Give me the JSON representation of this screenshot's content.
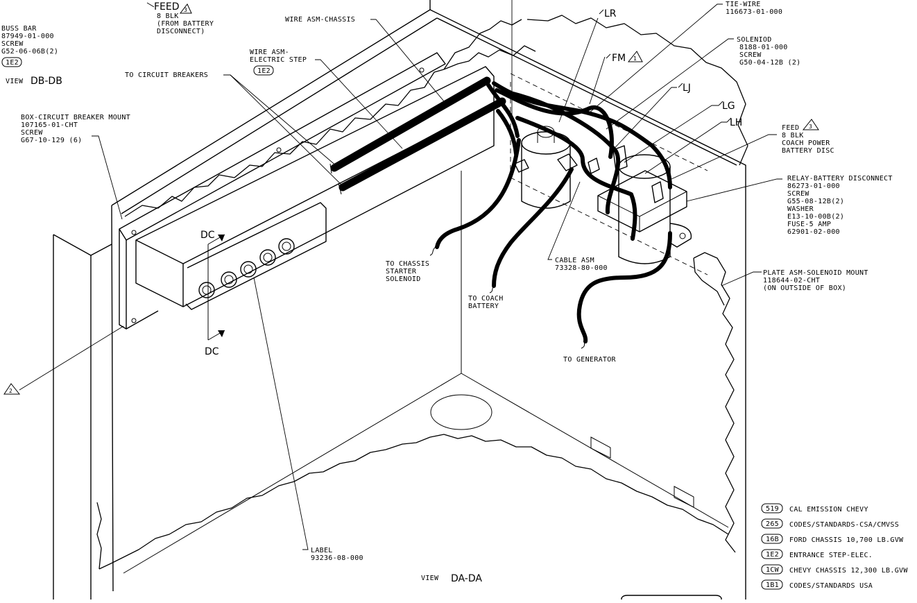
{
  "views": {
    "db": {
      "prefix": "VIEW",
      "name": "DB-DB"
    },
    "da": {
      "prefix": "VIEW",
      "name": "DA-DA"
    }
  },
  "section_marker": "DC",
  "callouts": {
    "feed_top": {
      "title": "FEED",
      "note": "3",
      "lines": [
        "8 BLK",
        "(FROM BATTERY",
        "DISCONNECT)"
      ]
    },
    "buss_bar": {
      "lines": [
        "BUSS BAR",
        "87949-01-000",
        "SCREW",
        "G52-06-06B(2)"
      ],
      "code": "1E2"
    },
    "wire_chassis": {
      "lines": [
        "WIRE ASM-CHASSIS"
      ]
    },
    "wire_step": {
      "lines": [
        "WIRE ASM-",
        "ELECTRIC STEP"
      ],
      "code": "1E2"
    },
    "to_breakers": {
      "lines": [
        "TO CIRCUIT BREAKERS"
      ]
    },
    "box_mount": {
      "lines": [
        "BOX-CIRCUIT BREAKER MOUNT",
        "107165-01-CHT",
        "SCREW",
        "G67-10-129 (6)"
      ]
    },
    "tie_wire": {
      "lines": [
        "TIE-WIRE",
        "116673-01-000"
      ]
    },
    "solenoid": {
      "lines": [
        "SOLENIOD",
        "8188-01-000",
        "SCREW",
        "G50-04-12B (2)"
      ]
    },
    "feed_right": {
      "title": "FEED",
      "note": "3",
      "lines": [
        "8 BLK",
        "COACH POWER",
        "BATTERY DISC"
      ]
    },
    "relay": {
      "lines": [
        "RELAY-BATTERY DISCONNECT",
        "86273-01-000",
        "SCREW",
        "G55-08-12B(2)",
        "WASHER",
        "E13-10-00B(2)",
        "FUSE-5 AMP",
        "62901-02-000"
      ]
    },
    "to_starter": {
      "lines": [
        "TO CHASSIS",
        "STARTER",
        "SOLENOID"
      ]
    },
    "to_battery": {
      "lines": [
        "TO COACH",
        "BATTERY"
      ]
    },
    "cable_asm": {
      "lines": [
        "CABLE ASM",
        "73328-80-000"
      ]
    },
    "plate": {
      "lines": [
        "PLATE ASM-SOLENOID MOUNT",
        "118644-02-CHT",
        "(ON OUTSIDE OF BOX)"
      ]
    },
    "to_generator": {
      "lines": [
        "TO GENERATOR"
      ]
    },
    "label_part": {
      "lines": [
        "LABEL",
        "93236-08-000"
      ]
    },
    "note_2": "2"
  },
  "wire_tags": {
    "lr": "LR",
    "fm": "FM",
    "fm_note": "1",
    "lj": "LJ",
    "lg": "LG",
    "lh": "LH"
  },
  "legend": [
    {
      "code": "519",
      "text": "CAL EMISSION CHEVY"
    },
    {
      "code": "265",
      "text": "CODES/STANDARDS-CSA/CMVSS"
    },
    {
      "code": "16B",
      "text": "FORD CHASSIS 10,700 LB.GVW"
    },
    {
      "code": "1E2",
      "text": "ENTRANCE STEP-ELEC."
    },
    {
      "code": "1CW",
      "text": "CHEVY CHASSIS 12,300 LB.GVW"
    },
    {
      "code": "1B1",
      "text": "CODES/STANDARDS USA"
    }
  ]
}
